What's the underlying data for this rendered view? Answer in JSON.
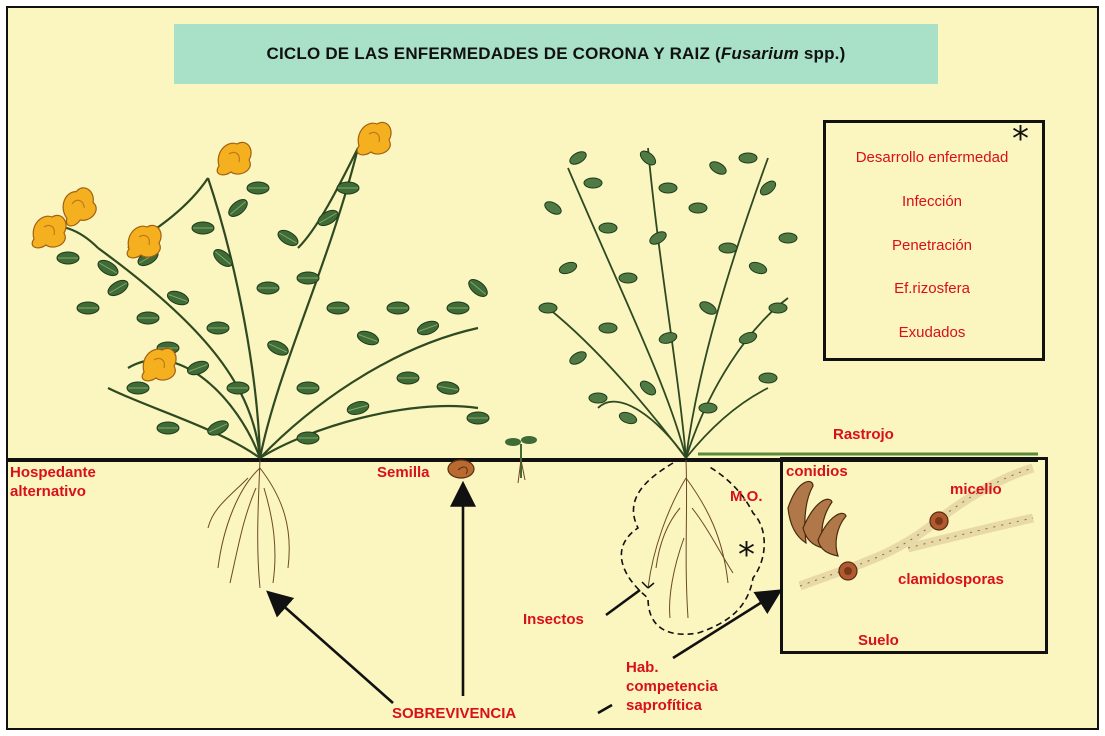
{
  "title": {
    "main": "CICLO DE LAS ENFERMEDADES DE CORONA Y RAIZ (",
    "italic": "Fusarium",
    "tail": " spp.)"
  },
  "disease_stages": [
    "Desarrollo enfermedad",
    "Infección",
    "Penetración",
    "Ef.rizosfera",
    "Exudados"
  ],
  "stage_marker": "*",
  "rootzone_marker": "*",
  "labels": {
    "host_line1": "Hospedante",
    "host_line2": "alternativo",
    "seed": "Semilla",
    "stubble": "Rastrojo",
    "organic_matter": "M.O.",
    "conidia": "conidios",
    "mycelium": "micelio",
    "chlamydospores": "clamidosporas",
    "insects": "Insectos",
    "soil": "Suelo",
    "competence_line1": "Hab.",
    "competence_line2": "competencia",
    "competence_line3": "saprofítica",
    "survival": "SOBREVIVENCIA"
  },
  "colors": {
    "background": "#fbf5c0",
    "title_band": "#a8e0c8",
    "label_red": "#d8101c",
    "leaf_green": "#3e6b36",
    "flower_yellow": "#f5b020"
  }
}
